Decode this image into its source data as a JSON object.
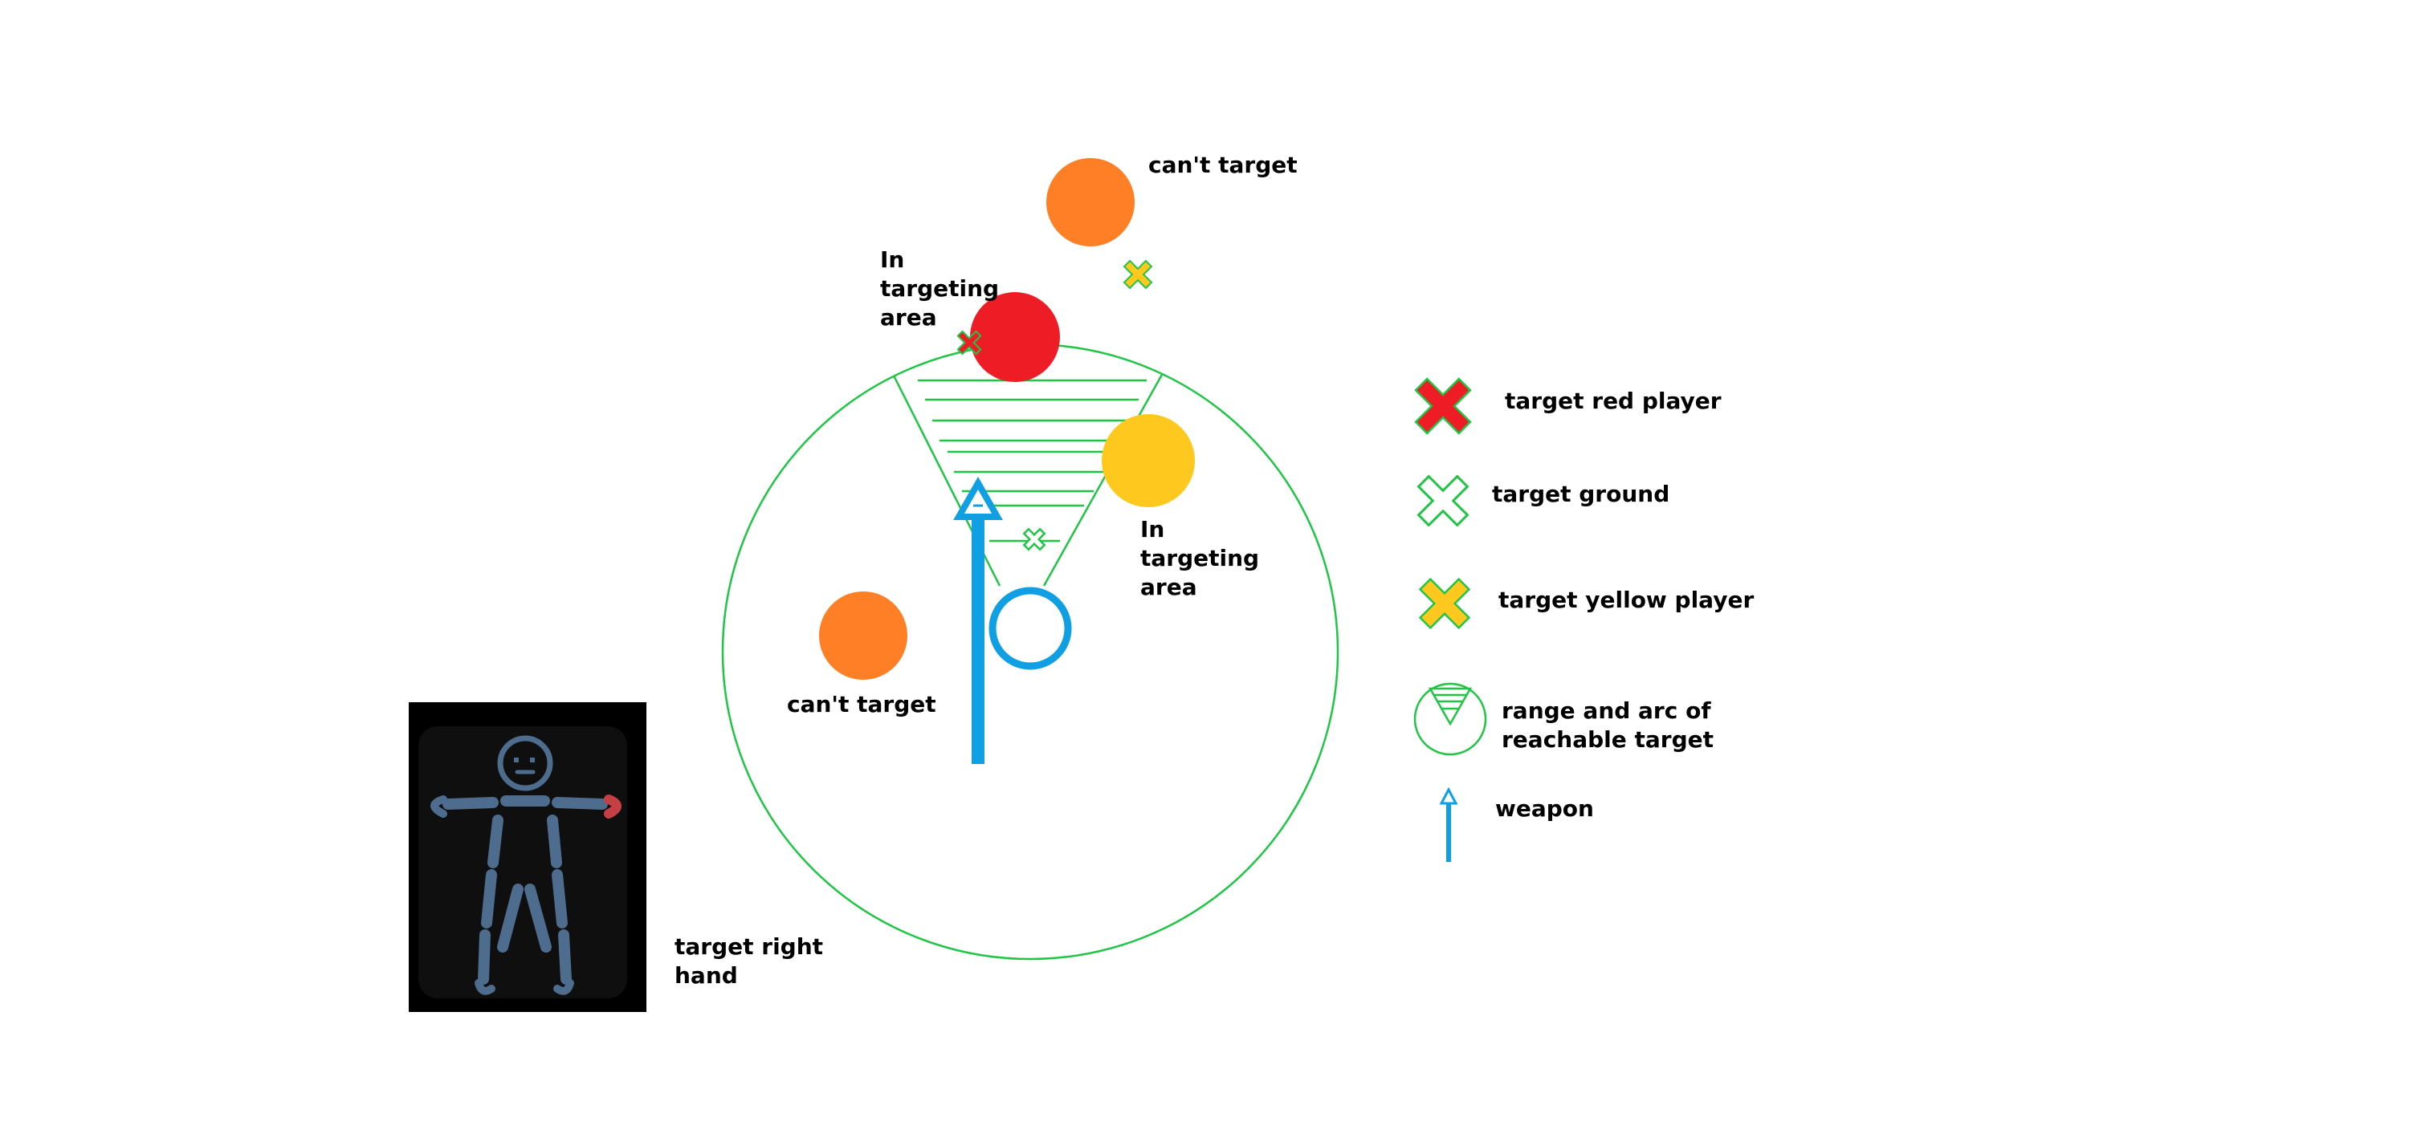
{
  "colors": {
    "range_green": "#1fc544",
    "weapon_blue": "#119fe3",
    "red_player": "#ee1c24",
    "yellow_player": "#ffc81f",
    "orange_player": "#ff7f27",
    "body_panel_bg": "#000000",
    "body_panel_inner": "#0f0f10",
    "body_blue": "#4e6d8e",
    "hand_red": "#c54044"
  },
  "labels": {
    "cant_target_top": "can't target",
    "in_targeting_area_red": [
      "In",
      "targeting",
      "area"
    ],
    "in_targeting_area_yellow": [
      "In",
      "targeting",
      "area"
    ],
    "cant_target_left": "can't target",
    "target_right_hand": [
      "target right",
      "hand"
    ]
  },
  "legend": {
    "items": [
      {
        "icon": "red-cross-icon",
        "label": "target red player"
      },
      {
        "icon": "ground-cross-icon",
        "label": "target ground"
      },
      {
        "icon": "yellow-cross-icon",
        "label": "target yellow player"
      },
      {
        "icon": "range-arc-icon",
        "label": [
          "range and arc of",
          "reachable target"
        ]
      },
      {
        "icon": "weapon-arrow-icon",
        "label": "weapon"
      }
    ]
  }
}
